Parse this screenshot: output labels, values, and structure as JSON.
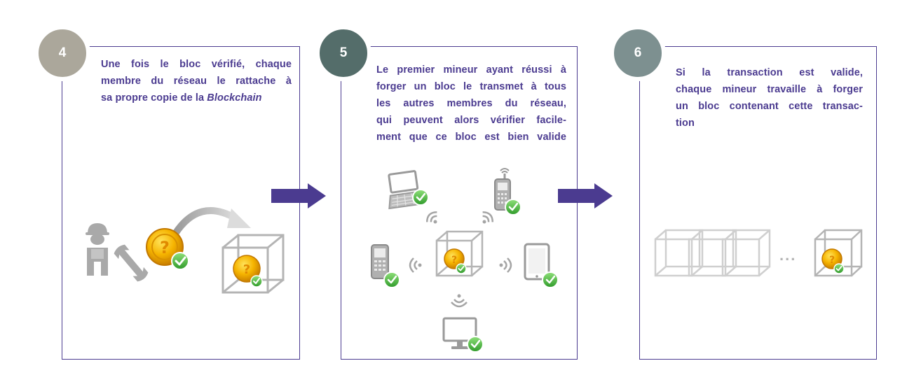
{
  "steps": [
    {
      "number": "4",
      "badge_color": "#aba79b",
      "lines": [
        "Une fois le bloc vérifié, chaque",
        "membre du réseau le rattache à",
        "sa propre copie de la "
      ],
      "italic": "Blockchain"
    },
    {
      "number": "5",
      "badge_color": "#546d6a",
      "lines": [
        "Le premier mineur ayant réussi à",
        "forger un bloc le transmet à tous",
        "les autres membres du réseau,",
        "qui peuvent alors vérifier facile-",
        "ment que ce bloc est bien valide"
      ]
    },
    {
      "number": "6",
      "badge_color": "#7d9090",
      "lines": [
        "Si la transaction est valide,",
        "chaque mineur travaille à forger",
        "un bloc contenant cette transac-",
        "tion"
      ]
    }
  ],
  "ellipsis": "...",
  "colors": {
    "purple": "#4b3b90",
    "gray_icon": "#a9a9a9",
    "gold": "#f5b300",
    "check": "#4caf50"
  },
  "icons": [
    "worker-icon",
    "wrench-icon",
    "coin-icon",
    "check-icon",
    "block-cube-icon",
    "laptop-icon",
    "cellphone-icon",
    "tablet-icon",
    "monitor-icon",
    "wifi-signal-icon",
    "arrow-right-icon"
  ]
}
